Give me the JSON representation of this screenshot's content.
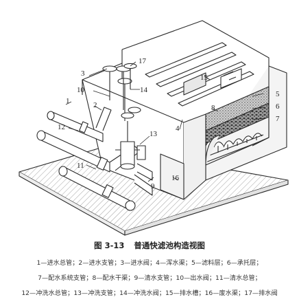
{
  "figure": {
    "caption_number": "图 3-13",
    "caption_title": "普通快滤池构造视图",
    "labels": [
      "1",
      "2",
      "3",
      "4",
      "5",
      "6",
      "7",
      "8",
      "9",
      "10",
      "11",
      "12",
      "13",
      "14",
      "15",
      "16",
      "17"
    ]
  },
  "legend": {
    "line1": "1—进水总管；2—进水支管；3—进水阀；4—浑水渠；5—滤料层；6—承托层；",
    "line2": "7—配水系统支管；8—配水干渠；9—清水支管；10—出水阀；11—清水总管；",
    "line3": "12—冲洗水总管；13—冲洗支管；14—冲洗水阀；15—排水槽；16—废水渠；17—排水阀"
  },
  "colors": {
    "line": "#2a2a2a",
    "hatch": "#555555",
    "pipe": "#ffffff",
    "media": "#b9b9b9"
  }
}
